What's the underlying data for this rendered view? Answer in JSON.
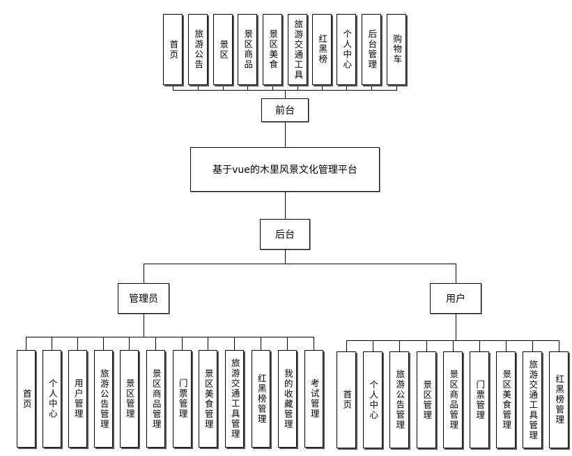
{
  "frontend": {
    "label": "前台",
    "items": [
      "首页",
      "旅游公告",
      "景区",
      "景区商品",
      "景区美食",
      "旅游交通工具",
      "红黑榜",
      "个人中心",
      "后台管理",
      "购物车"
    ]
  },
  "system": {
    "title": "基于vue的木里风景文化管理平台"
  },
  "backend": {
    "label": "后台"
  },
  "admin": {
    "label": "管理员",
    "items": [
      "首页",
      "个人中心",
      "用户管理",
      "旅游公告管理",
      "景区管理",
      "景区商品管理",
      "门票管理",
      "景区美食管理",
      "旅游交通工具管理",
      "红黑榜管理",
      "我的收藏管理",
      "考试管理"
    ]
  },
  "user": {
    "label": "用户",
    "items": [
      "首页",
      "个人中心",
      "旅游公告管理",
      "景区管理",
      "景区商品管理",
      "门票管理",
      "景区美食管理",
      "旅游交通工具管理",
      "红黑榜管理"
    ]
  }
}
